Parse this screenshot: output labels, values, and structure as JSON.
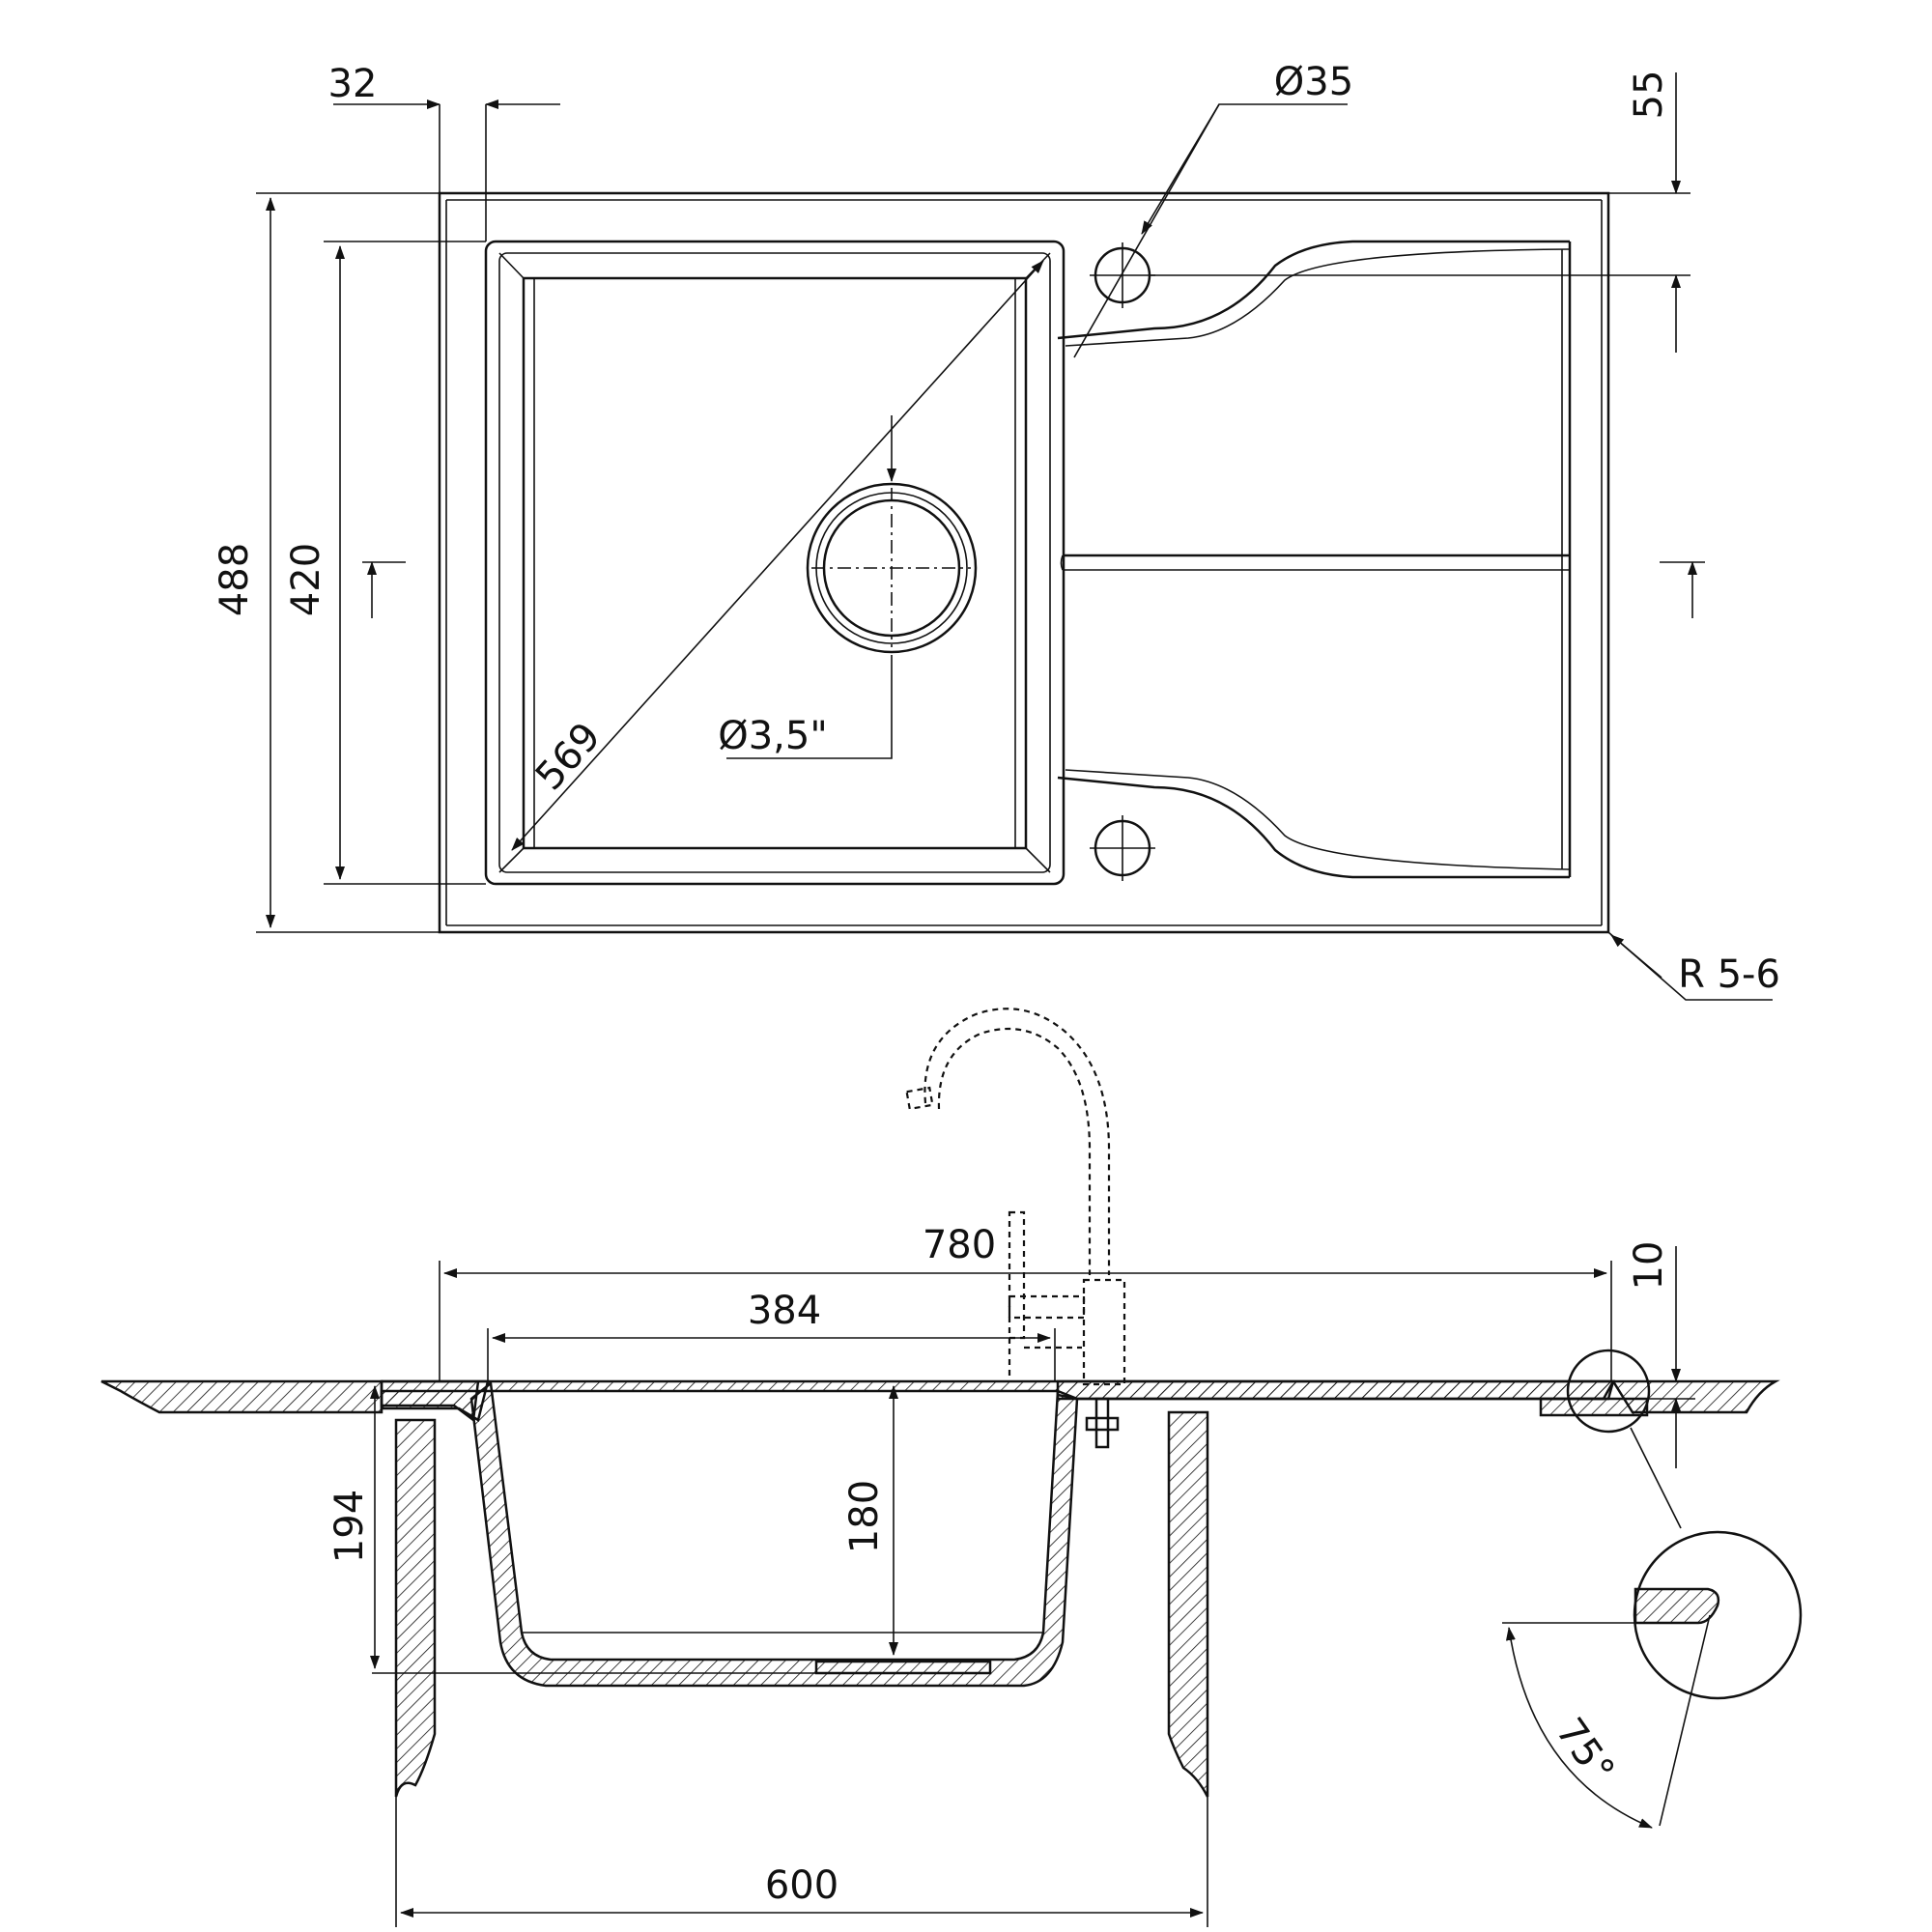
{
  "top_view": {
    "dims": {
      "flange": "32",
      "tap_hole": "Ø35",
      "tap_offset": "55",
      "overall_depth": "488",
      "bowl_depth": "420",
      "diagonal": "569",
      "drain": "Ø3,5\"",
      "corner_radius": "R 5-6"
    }
  },
  "side_view": {
    "dims": {
      "overall_width": "780",
      "bowl_width": "384",
      "rim_height": "10",
      "cabinet_depth": "194",
      "bowl_height": "180",
      "cabinet_width": "600",
      "edge_angle": "75°"
    }
  },
  "colors": {
    "line": "#111111",
    "background": "#ffffff"
  }
}
